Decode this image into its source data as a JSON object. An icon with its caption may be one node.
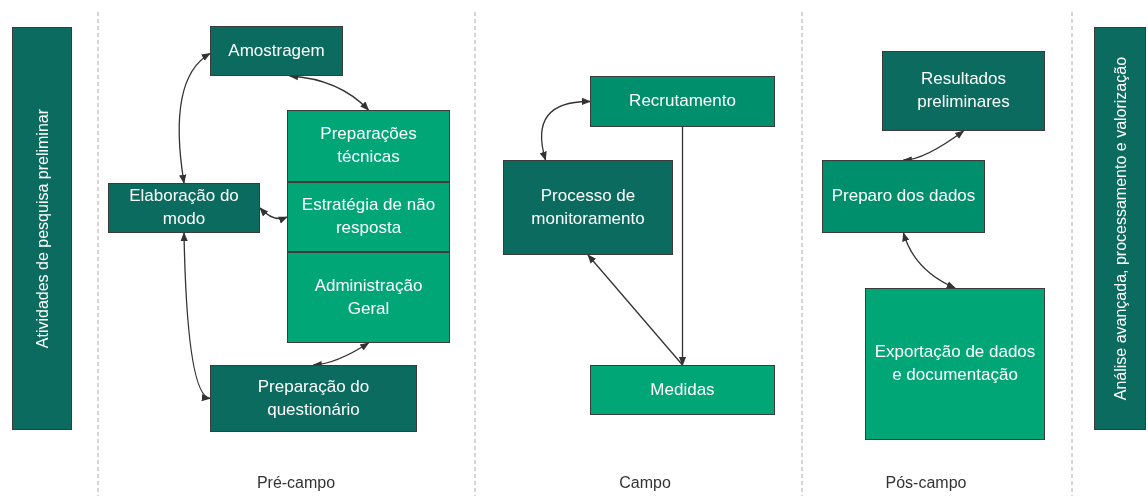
{
  "diagram": {
    "nodes": [
      {
        "text": [
          "Atividades de pesquisa preliminar"
        ]
      },
      {
        "text": [
          "Amostragem"
        ]
      },
      {
        "text": [
          "Preparações técnicas"
        ]
      },
      {
        "text": [
          "Estratégia de não resposta"
        ]
      },
      {
        "text": [
          "Administração Geral"
        ]
      },
      {
        "text": [
          "Elaboração do modo"
        ]
      },
      {
        "text": [
          "Preparação do questionário"
        ]
      },
      {
        "text": [
          "Recrutamento"
        ]
      },
      {
        "text": [
          "Processo de monitoramento"
        ]
      },
      {
        "text": [
          "Medidas"
        ]
      },
      {
        "text": [
          "Resultados preliminares"
        ]
      },
      {
        "text": [
          "Preparo dos dados"
        ]
      },
      {
        "text": [
          "Exportação de dados e documentação"
        ]
      },
      {
        "text": [
          "Análise avançada, processamento e valorização"
        ]
      }
    ],
    "edges": [
      {
        "from": 1,
        "to": 5,
        "arrow": "both"
      },
      {
        "from": 1,
        "to": 2,
        "arrow": "both"
      },
      {
        "from": 5,
        "to": 3,
        "arrow": "both"
      },
      {
        "from": 5,
        "to": 6,
        "arrow": "both"
      },
      {
        "from": 4,
        "to": 6,
        "arrow": "both"
      },
      {
        "from": 7,
        "to": 8,
        "arrow": "both"
      },
      {
        "from": 7,
        "to": 9,
        "arrow": "to"
      },
      {
        "from": 9,
        "to": 8,
        "arrow": "to"
      },
      {
        "from": 10,
        "to": 11,
        "arrow": "both"
      },
      {
        "from": 11,
        "to": 12,
        "arrow": "both"
      }
    ],
    "labels": [
      "Pré-campo",
      "Campo",
      "Pós-campo"
    ]
  }
}
